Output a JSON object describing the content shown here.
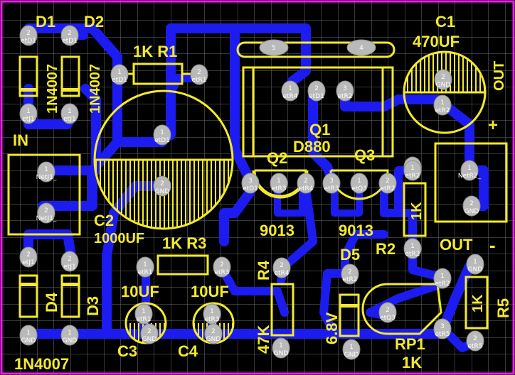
{
  "board": {
    "background": "#000000",
    "grid": "#6e6e6e",
    "border": "#e81fe8",
    "copper": "#1c1cf0",
    "silk": "#f3ea2c",
    "pad": "#b9b9b9"
  },
  "labels": {
    "d1": "D1",
    "d2": "D2",
    "d1_part": "1N4007",
    "d2_part": "1N4007",
    "r1": "1K   R1",
    "c1": "C1",
    "c1_val": "470UF",
    "out_top": "OUT",
    "in": "IN",
    "q1": "Q1",
    "q1_part": "D880",
    "q2": "Q2",
    "q3": "Q3",
    "q2_part": "9013",
    "q3_part": "9013",
    "c2": "C2",
    "c2_val": "1000UF",
    "r3": "1K   R3",
    "r4": "R4",
    "r4_val": "47K",
    "d5": "D5",
    "d5_val": "6.8V",
    "r2": "R2",
    "r2_val": "1K",
    "out_bot": "OUT",
    "minus": "-",
    "plus": "+",
    "c3_val": "10UF",
    "c4_val": "10UF",
    "c3": "C3",
    "c4": "C4",
    "d3": "D3",
    "d4": "D4",
    "d34_part": "1N4007",
    "r5": "R5",
    "r5_val": "1K",
    "rp1": "RP1",
    "rp1_val": "1K"
  },
  "pads": [
    {
      "pin": "2",
      "net": "etD1"
    },
    {
      "pin": "2",
      "net": "etD1"
    },
    {
      "pin": "1",
      "net": "etJ1"
    },
    {
      "pin": "1",
      "net": "etJ1"
    },
    {
      "pin": "1",
      "net": "etD1"
    },
    {
      "pin": "2",
      "net": "etR1"
    },
    {
      "pin": "5",
      "net": ""
    },
    {
      "pin": "4",
      "net": ""
    },
    {
      "pin": "1",
      "net": "etR4"
    },
    {
      "pin": "2",
      "net": "etD1"
    },
    {
      "pin": "3",
      "net": "etR2"
    },
    {
      "pin": "2",
      "net": "GND"
    },
    {
      "pin": "1",
      "net": "etR2"
    },
    {
      "pin": "1",
      "net": "etD1"
    },
    {
      "pin": "2",
      "net": "GND"
    },
    {
      "pin": "1",
      "net": "NetJ1_"
    },
    {
      "pin": "2",
      "net": "NetJ1_"
    },
    {
      "pin": "3",
      "net": "etD1"
    },
    {
      "pin": "1",
      "net": "etR3"
    },
    {
      "pin": "2",
      "net": "etR4"
    },
    {
      "pin": "3",
      "net": "etR3"
    },
    {
      "pin": "1",
      "net": "etQ3"
    },
    {
      "pin": "2",
      "net": "etR2"
    },
    {
      "pin": "2",
      "net": "etR2"
    },
    {
      "pin": "1",
      "net": "etR2"
    },
    {
      "pin": "1",
      "net": "NetR2_"
    },
    {
      "pin": "2",
      "net": "GND"
    },
    {
      "pin": "2",
      "net": "etJ1"
    },
    {
      "pin": "2",
      "net": "etJ1"
    },
    {
      "pin": "1",
      "net": "etR1"
    },
    {
      "pin": "2",
      "net": "etR3"
    },
    {
      "pin": "2",
      "net": "etR4"
    },
    {
      "pin": "2",
      "net": "etR2"
    },
    {
      "pin": "1",
      "net": "etR2"
    },
    {
      "pin": "1",
      "net": "GND"
    },
    {
      "pin": "1",
      "net": "etR1"
    },
    {
      "pin": "1",
      "net": "etR3"
    },
    {
      "pin": "2",
      "net": "GND"
    },
    {
      "pin": "2",
      "net": "GND"
    },
    {
      "pin": "1",
      "net": "GND"
    },
    {
      "pin": "1",
      "net": "GND"
    },
    {
      "pin": "1",
      "net": "GND"
    },
    {
      "pin": "1",
      "net": "GND"
    },
    {
      "pin": "2",
      "net": "etQ3"
    },
    {
      "pin": "3",
      "net": "etR5"
    },
    {
      "pin": "2",
      "net": "etR5"
    },
    {
      "pin": "1",
      "net": "etR2"
    }
  ]
}
